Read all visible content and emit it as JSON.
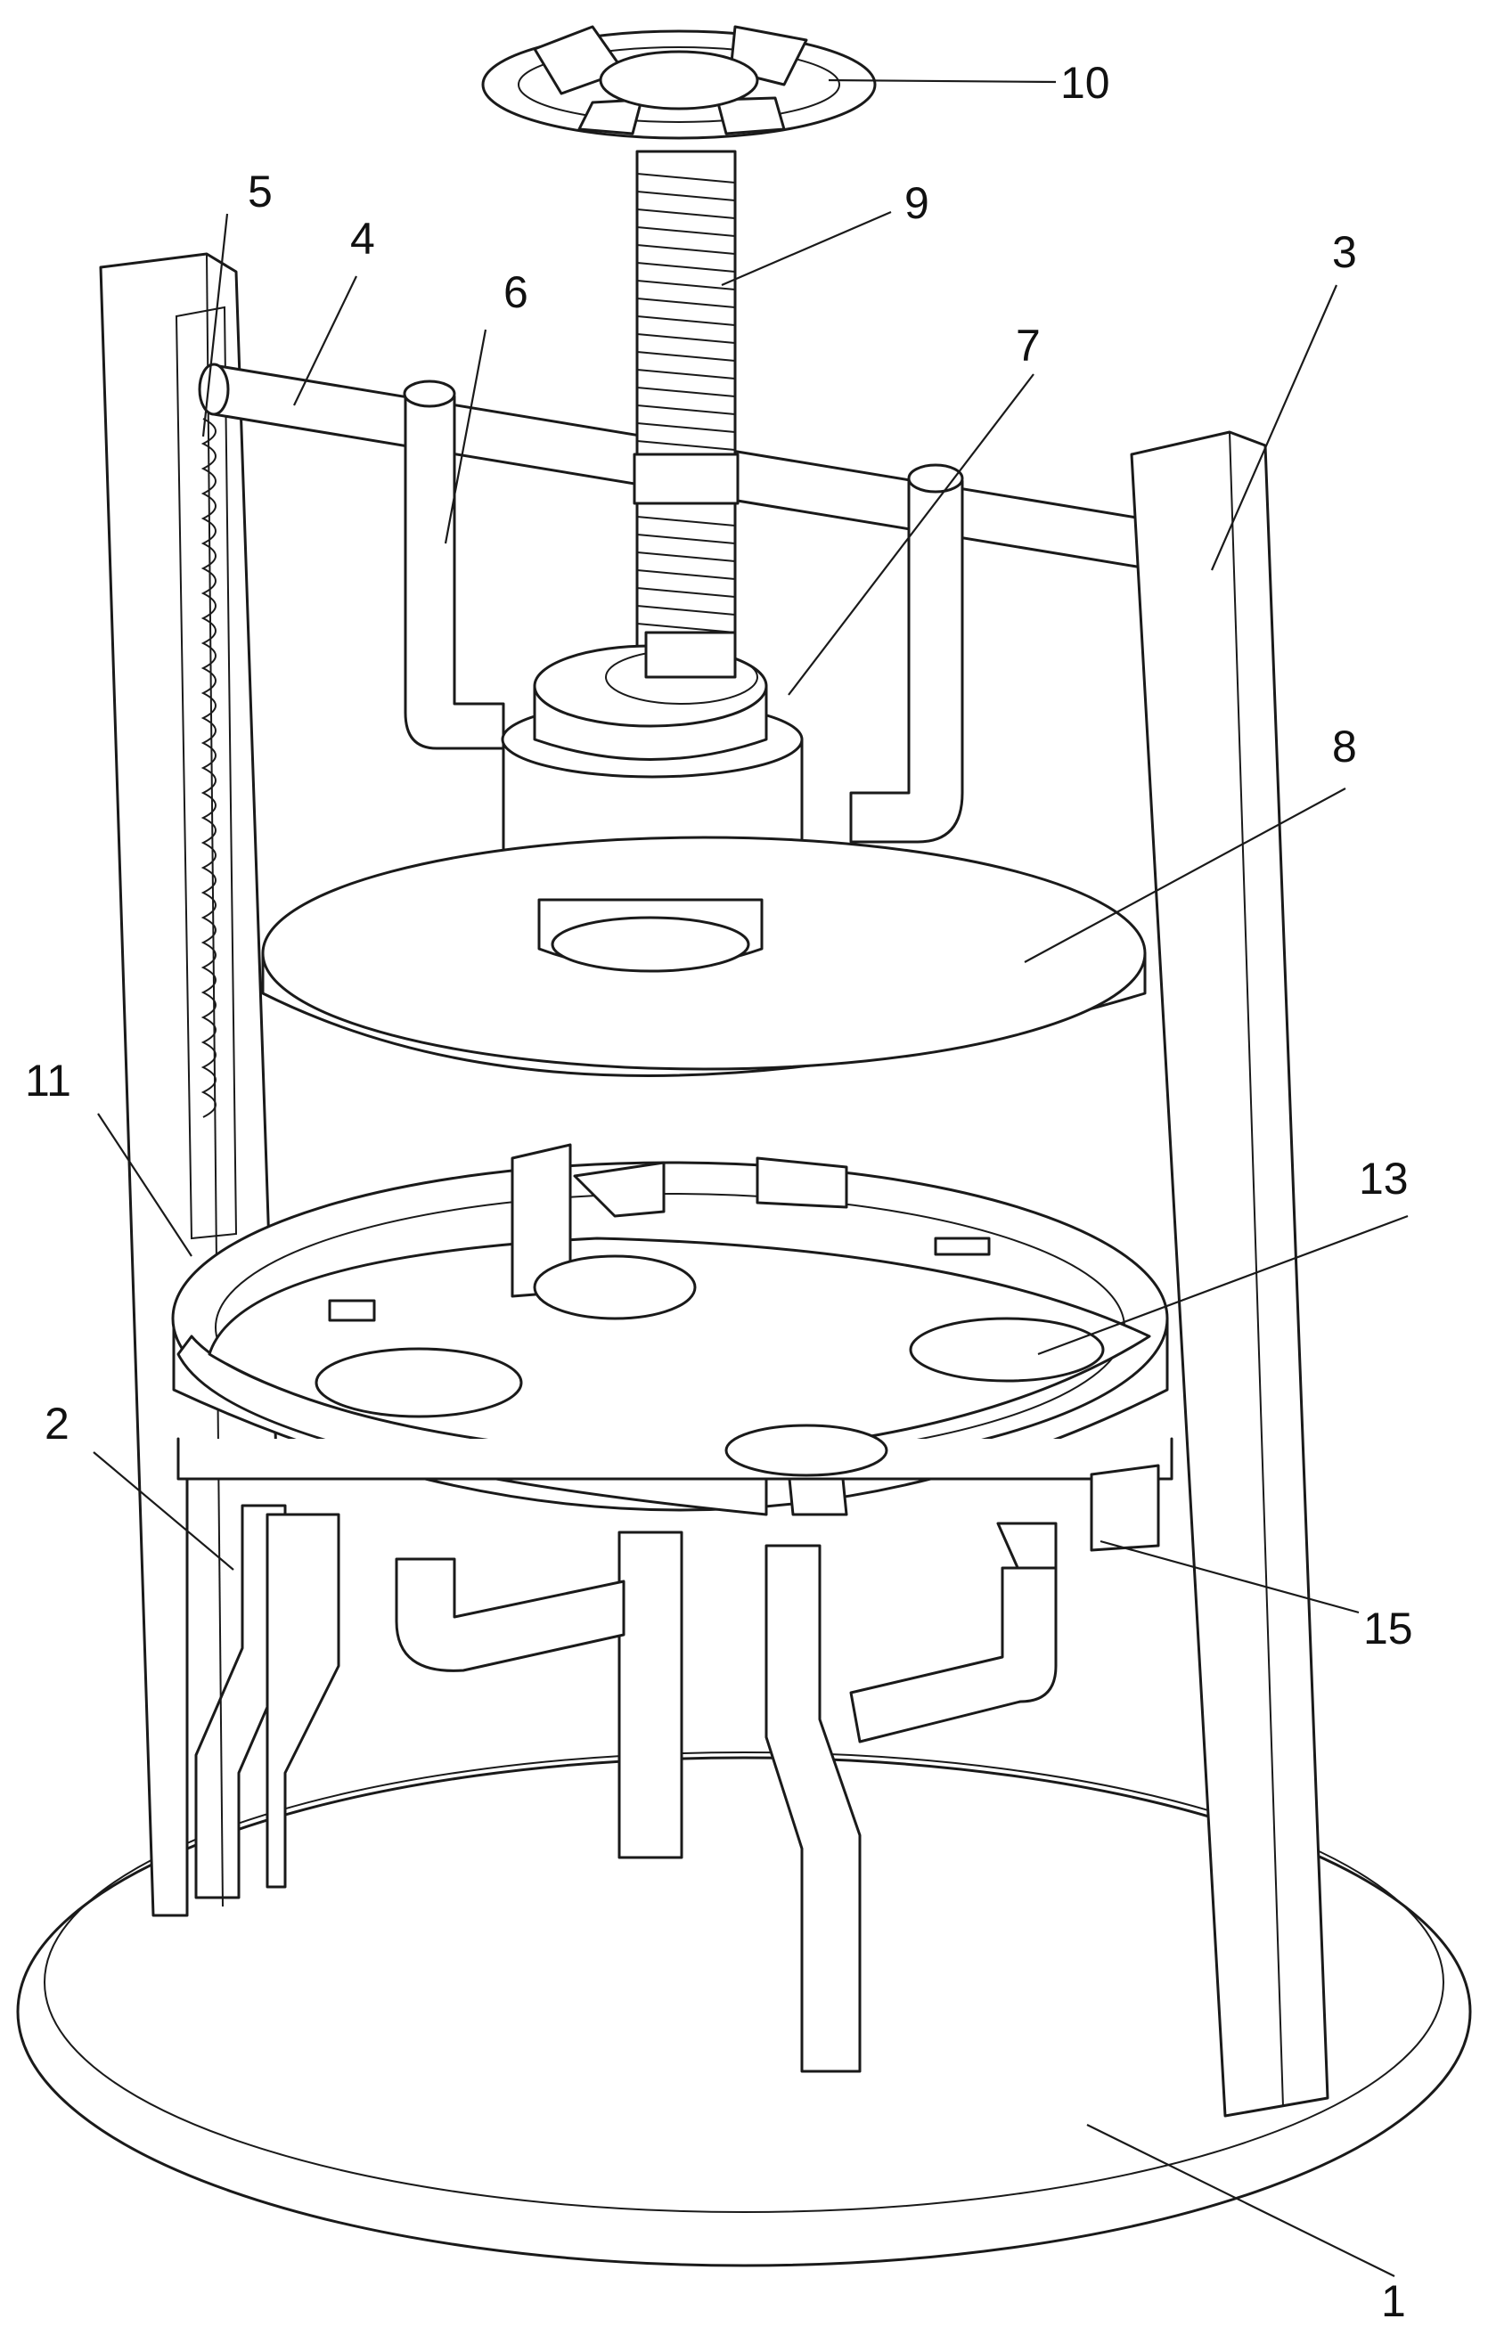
{
  "callouts": [
    {
      "id": "c10",
      "text": "10"
    },
    {
      "id": "c9",
      "text": "9"
    },
    {
      "id": "c5",
      "text": "5"
    },
    {
      "id": "c4",
      "text": "4"
    },
    {
      "id": "c6",
      "text": "6"
    },
    {
      "id": "c7",
      "text": "7"
    },
    {
      "id": "c3",
      "text": "3"
    },
    {
      "id": "c8",
      "text": "8"
    },
    {
      "id": "c11",
      "text": "11"
    },
    {
      "id": "c13",
      "text": "13"
    },
    {
      "id": "c2",
      "text": "2"
    },
    {
      "id": "c15",
      "text": "15"
    },
    {
      "id": "c1",
      "text": "1"
    }
  ]
}
